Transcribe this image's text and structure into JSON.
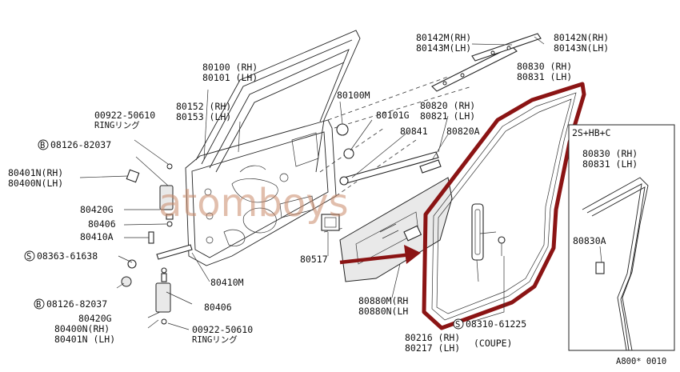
{
  "watermark": "atomboys",
  "labels": {
    "p80100": "80100 (RH)",
    "p80101": "80101 (LH)",
    "p80152": "80152 (RH)",
    "p80153": "80153 (LH)",
    "p00922_upper": "00922-50610",
    "ring_upper": "RINGリング",
    "p08126_upper": "08126-82037",
    "p80401n_rh": "80401N(RH)",
    "p80400n_lh": "80400N(LH)",
    "p80420g_upper": "80420G",
    "p80406_upper": "80406",
    "p80410a": "80410A",
    "p08363": "08363-61638",
    "p80410m": "80410M",
    "p08126_lower": "08126-82037",
    "p80406_lower": "80406",
    "p80420g_lower": "80420G",
    "p80400n_rh": "80400N(RH)",
    "p80401n_lh": "80401N (LH)",
    "p00922_lower": "00922-50610",
    "ring_lower": "RINGリング",
    "p80100m": "80100M",
    "p80101g": "80101G",
    "p80841": "80841",
    "p80820a": "80820A",
    "p80820": "80820 (RH)",
    "p80821": "80821 (LH)",
    "p80142m": "80142M(RH)",
    "p80143m": "80143M(LH)",
    "p80142n": "80142N(RH)",
    "p80143n": "80143N(LH)",
    "p80830_main": "80830 (RH)",
    "p80831_main": "80831 (LH)",
    "p80517": "80517",
    "p80880m": "80880M(RH",
    "p80880n": "80880N(LH",
    "p08310": "08310-61225",
    "p80216": "80216 (RH)",
    "p80217": "80217 (LH)",
    "coupe_note": "(COUPE)",
    "inset_title": "2S+HB+C",
    "p80830_inset": "80830 (RH)",
    "p80831_inset": "80831 (LH)",
    "p80830a": "80830A",
    "diagram_code": "A800* 0010"
  },
  "colors": {
    "highlight": "#8b1414",
    "watermark": "#c98a6a"
  }
}
